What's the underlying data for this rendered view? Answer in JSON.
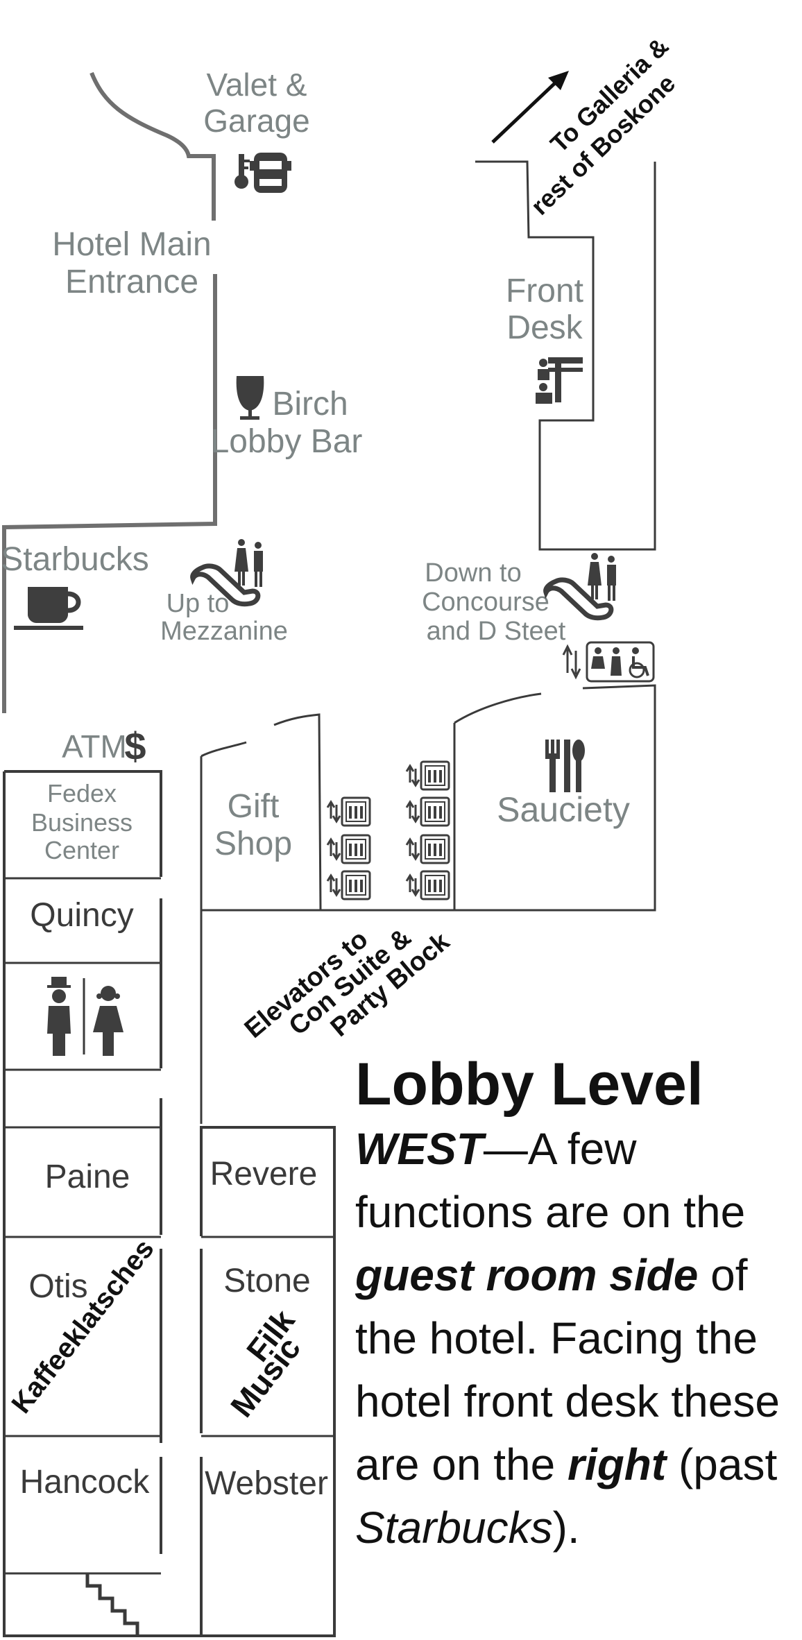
{
  "labels": {
    "valet": "Valet &",
    "garage": "Garage",
    "hotel_main": "Hotel Main",
    "entrance": "Entrance",
    "front": "Front",
    "desk": "Desk",
    "birch": "Birch",
    "lobby_bar": "Lobby Bar",
    "starbucks": "Starbucks",
    "up_to": "Up to",
    "mezzanine": "Mezzanine",
    "down_to": "Down to",
    "concourse": "Concourse",
    "d_street": "and D Steet",
    "atm": "ATM",
    "atm_symbol": "$",
    "fedex_1": "Fedex",
    "fedex_2": "Business",
    "fedex_3": "Center",
    "gift": "Gift",
    "shop": "Shop",
    "sauciety": "Sauciety",
    "galleria_1": "To Galleria &",
    "galleria_2": "rest of Boskone",
    "elevators_1": "Elevators to",
    "elevators_2": "Con Suite &",
    "elevators_3": "Party Block",
    "kaffeeklatsches": "Kaffeeklatsches",
    "filk_1": "Filk",
    "filk_2": "Music"
  },
  "rooms": {
    "quincy": "Quincy",
    "paine": "Paine",
    "revere": "Revere",
    "otis": "Otis",
    "stone": "Stone",
    "hancock": "Hancock",
    "webster": "Webster"
  },
  "description": {
    "title": "Lobby Level",
    "west": "WEST",
    "p1": "—A few functions are on the ",
    "guest_room_side": "guest room side",
    "p2": " of the hotel. Facing the hotel front desk these are on the ",
    "right": "right",
    "p3": " (past ",
    "starbucks": "Starbucks",
    "p4": ")."
  },
  "icons": [
    "key-icon",
    "car-icon",
    "wine-glass-icon",
    "coffee-cup-icon",
    "escalator-icon",
    "front-desk-icon",
    "elevator-icon",
    "restroom-icon",
    "cutlery-icon",
    "stairs-icon",
    "arrow-icon"
  ],
  "colors": {
    "label_gray": "#7d8585",
    "wall_dark": "#3a3a3a",
    "text_black": "#111111"
  }
}
